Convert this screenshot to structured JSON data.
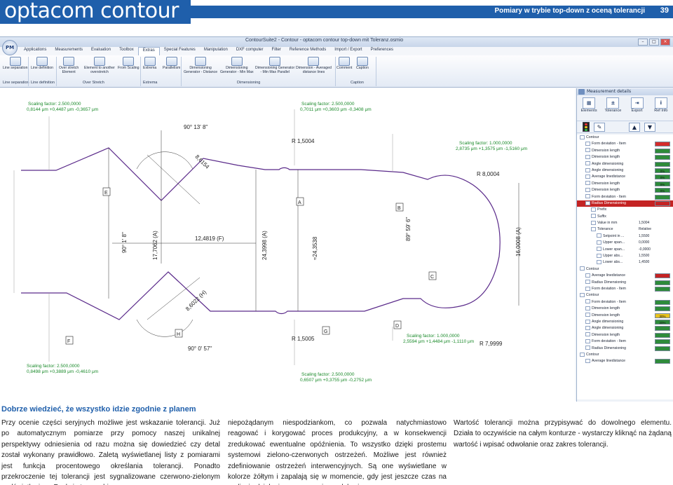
{
  "header": {
    "brand": "optacom contour",
    "title": "Pomiary w trybie top-down z oceną tolerancji",
    "page_number": "39"
  },
  "app": {
    "window_title": "ContourSuite2 - Contour - optacom contour top-down mit Toleranz.osmio",
    "orb_label": "PM",
    "menu": [
      "Applications",
      "Measurements",
      "Evaluation",
      "Toolbox",
      "Extras",
      "Special Features",
      "Manipulation",
      "DXF computer",
      "Filter",
      "Reference Methods",
      "Import / Export",
      "Preferences"
    ],
    "menu_active": "Extras",
    "ribbon_buttons": [
      {
        "label": "Line separation"
      },
      {
        "label": "Line definition"
      },
      {
        "label": "Over stretch\nElement"
      },
      {
        "label": "Element to another\noverstretch"
      },
      {
        "label": "From Scaling"
      },
      {
        "label": "Extrema"
      },
      {
        "label": "Parallelism"
      },
      {
        "label": "Dimensioning\nGenerator - Distance"
      },
      {
        "label": "Dimensioning\nGenerator - Min Max"
      },
      {
        "label": "Dimensioning Generator\n- Min Max Parallel"
      },
      {
        "label": "Dimension - Averaged\ndistance lines"
      },
      {
        "label": "Comment"
      },
      {
        "label": "Caption"
      }
    ],
    "ribbon_groups": [
      "Line separation",
      "Line definition",
      "Over Stretch",
      "Extrema",
      "Dimensioning",
      "Caption"
    ]
  },
  "drawing": {
    "scaling_labels": [
      {
        "title": "Scaling factor: 2.500,0000",
        "value": "0,8144 μm +0,4487 μm -0,3657 μm"
      },
      {
        "title": "Scaling factor: 2.500,0000",
        "value": "0,7011 μm +0,3603 μm -0,3408 μm"
      },
      {
        "title": "Scaling factor: 1.000,0000",
        "value": "2,8735 μm +1,3575 μm -1,5160 μm"
      },
      {
        "title": "Scaling factor: 2.500,0000",
        "value": "0,8498 μm +0,3889 μm -0,4610 μm"
      },
      {
        "title": "Scaling factor: 2.500,0000",
        "value": "0,6507 μm +0,3755 μm -0,2752 μm"
      },
      {
        "title": "Scaling factor: 1.000,0000",
        "value": "2,5594 μm +1,4484 μm -1,1110 μm"
      }
    ],
    "dimensions": {
      "angle_top": "90° 13' 8''",
      "angle_bottom": "90° 0' 57''",
      "diag_top": "8,6154",
      "diag_bottom": "8,6022 (H)",
      "vert_left_a": "90° 1' 8''",
      "vert_left_b": "17,7062 (A)",
      "horiz_f": "12,4819 (F)",
      "vert_mid_a": "24,3998 (A)",
      "vert_mid_b": "≈24,3538",
      "r_top": "R 1,5004",
      "r_bottom": "R 1,5005",
      "r_big_top": "R 8,0004",
      "r_big_bottom": "R 7,9999",
      "arc_angle": "89° 59' 6''",
      "vert_right": "16,0008 (A)"
    },
    "markers": [
      "E",
      "A",
      "B",
      "C",
      "D",
      "G",
      "H",
      "F"
    ]
  },
  "panel": {
    "title": "Measurement details",
    "tools": [
      "Elements",
      "Tolerance",
      "Export",
      "Ref Info"
    ],
    "tree": [
      {
        "label": "Contour",
        "level": 0
      },
      {
        "label": "Form deviation - Item",
        "level": 1,
        "status": "",
        "color": "#d62b2b"
      },
      {
        "label": "Dimension length",
        "level": 1,
        "status": "",
        "color": "#2e8b3a"
      },
      {
        "label": "Dimension length",
        "level": 1,
        "status": "",
        "color": "#2e8b3a"
      },
      {
        "label": "Angle dimensioning",
        "level": 1,
        "status": "",
        "color": "#2e8b3a"
      },
      {
        "label": "Angle dimensioning",
        "level": 1,
        "status": "0%",
        "color": "#2e8b3a"
      },
      {
        "label": "Average linedistance",
        "level": 1,
        "status": "0%",
        "color": "#2e8b3a"
      },
      {
        "label": "Dimension length",
        "level": 1,
        "status": "0%",
        "color": "#2e8b3a"
      },
      {
        "label": "Dimension length",
        "level": 1,
        "status": "0%",
        "color": "#2e8b3a"
      },
      {
        "label": "Form deviation - Item",
        "level": 1,
        "status": "",
        "color": "#2e8b3a"
      },
      {
        "label": "Radius Dimensioning",
        "level": 1,
        "status": "",
        "color": "#c42323",
        "sel": true
      },
      {
        "label": "Prefix",
        "level": 2
      },
      {
        "label": "Suffix",
        "level": 2
      },
      {
        "label": "Value in mm",
        "level": 2,
        "val": "1,5004"
      },
      {
        "label": "Tolerance",
        "level": 2,
        "val": "Relative"
      },
      {
        "label": "Setpoint in ...",
        "level": 3,
        "val": "1,5500"
      },
      {
        "label": "Upper span...",
        "level": 3,
        "val": "0,0000"
      },
      {
        "label": "Lower span...",
        "level": 3,
        "val": "-0,0000"
      },
      {
        "label": "Upper abs...",
        "level": 3,
        "val": "1,5500"
      },
      {
        "label": "Lower abs...",
        "level": 3,
        "val": "1,4500"
      },
      {
        "label": "Contour",
        "level": 0
      },
      {
        "label": "Average linedistance",
        "level": 1,
        "status": "",
        "color": "#c42323"
      },
      {
        "label": "Radius Dimensioning",
        "level": 1,
        "status": "",
        "color": "#2e8b3a"
      },
      {
        "label": "Form deviation - Item",
        "level": 1,
        "status": "",
        "color": "#2e8b3a"
      },
      {
        "label": "Contour",
        "level": 0
      },
      {
        "label": "Form deviation - Item",
        "level": 1,
        "status": "",
        "color": "#2e8b3a"
      },
      {
        "label": "Dimension length",
        "level": 1,
        "status": "",
        "color": "#2e8b3a"
      },
      {
        "label": "Dimension length",
        "level": 1,
        "status": "30%",
        "color": "#e8c21e"
      },
      {
        "label": "Angle dimensioning",
        "level": 1,
        "status": "20%",
        "color": "#2e8b3a"
      },
      {
        "label": "Angle dimensioning",
        "level": 1,
        "status": "",
        "color": "#2e8b3a"
      },
      {
        "label": "Dimension length",
        "level": 1,
        "status": "",
        "color": "#2e8b3a"
      },
      {
        "label": "Form deviation - Item",
        "level": 1,
        "status": "",
        "color": "#2e8b3a"
      },
      {
        "label": "Radius Dimensioning",
        "level": 1,
        "status": "",
        "color": "#2e8b3a"
      },
      {
        "label": "Contour",
        "level": 0
      },
      {
        "label": "Average linedistance",
        "level": 1,
        "status": "",
        "color": "#2e8b3a"
      }
    ]
  },
  "article": {
    "heading": "Dobrze wiedzieć, że wszystko idzie zgodnie z planem",
    "col1": "Przy ocenie części seryjnych możliwe jest wskazanie tolerancji. Już po automatycznym pomiarze przy pomocy naszej unikalnej perspektywy odniesienia od razu można się dowiedzieć czy detal został wykonany prawidłowo. Zaletą wyświetlanej listy z pomiarami jest funkcja procentowego określania tolerancji. Ponadto przekroczenie tej tolerancji jest sygnalizowane czerwono-zielonym podświetleniem. Funkcja ta zapobiega",
    "col2": "niepożądanym niespodziankom, co pozwala natychmiastowo reagować i korygować proces produkcyjny, a w konsekwencji zredukować ewentualne opóźnienia. To wszystko dzięki prostemu systemowi zielono-czerwonych ostrzeżeń. Możliwe jest również zdefiniowanie ostrzeżeń interwencyjnych. Są one wyświetlane w kolorze żółtym i zapalają się w momencie, gdy jest jeszcze czas na podjęcie działania przy procesie produkcyjnym.",
    "col3": "Wartość tolerancji można przypisywać do dowolnego elementu. Działa to oczywiście na całym konturze - wystarczy kliknąć na żądaną wartość i wpisać odwołanie oraz zakres tolerancji."
  },
  "colors": {
    "brand_blue": "#1f5fab",
    "ok_green": "#2e8b3a",
    "fail_red": "#c42323",
    "warn_yellow": "#e8c21e"
  }
}
